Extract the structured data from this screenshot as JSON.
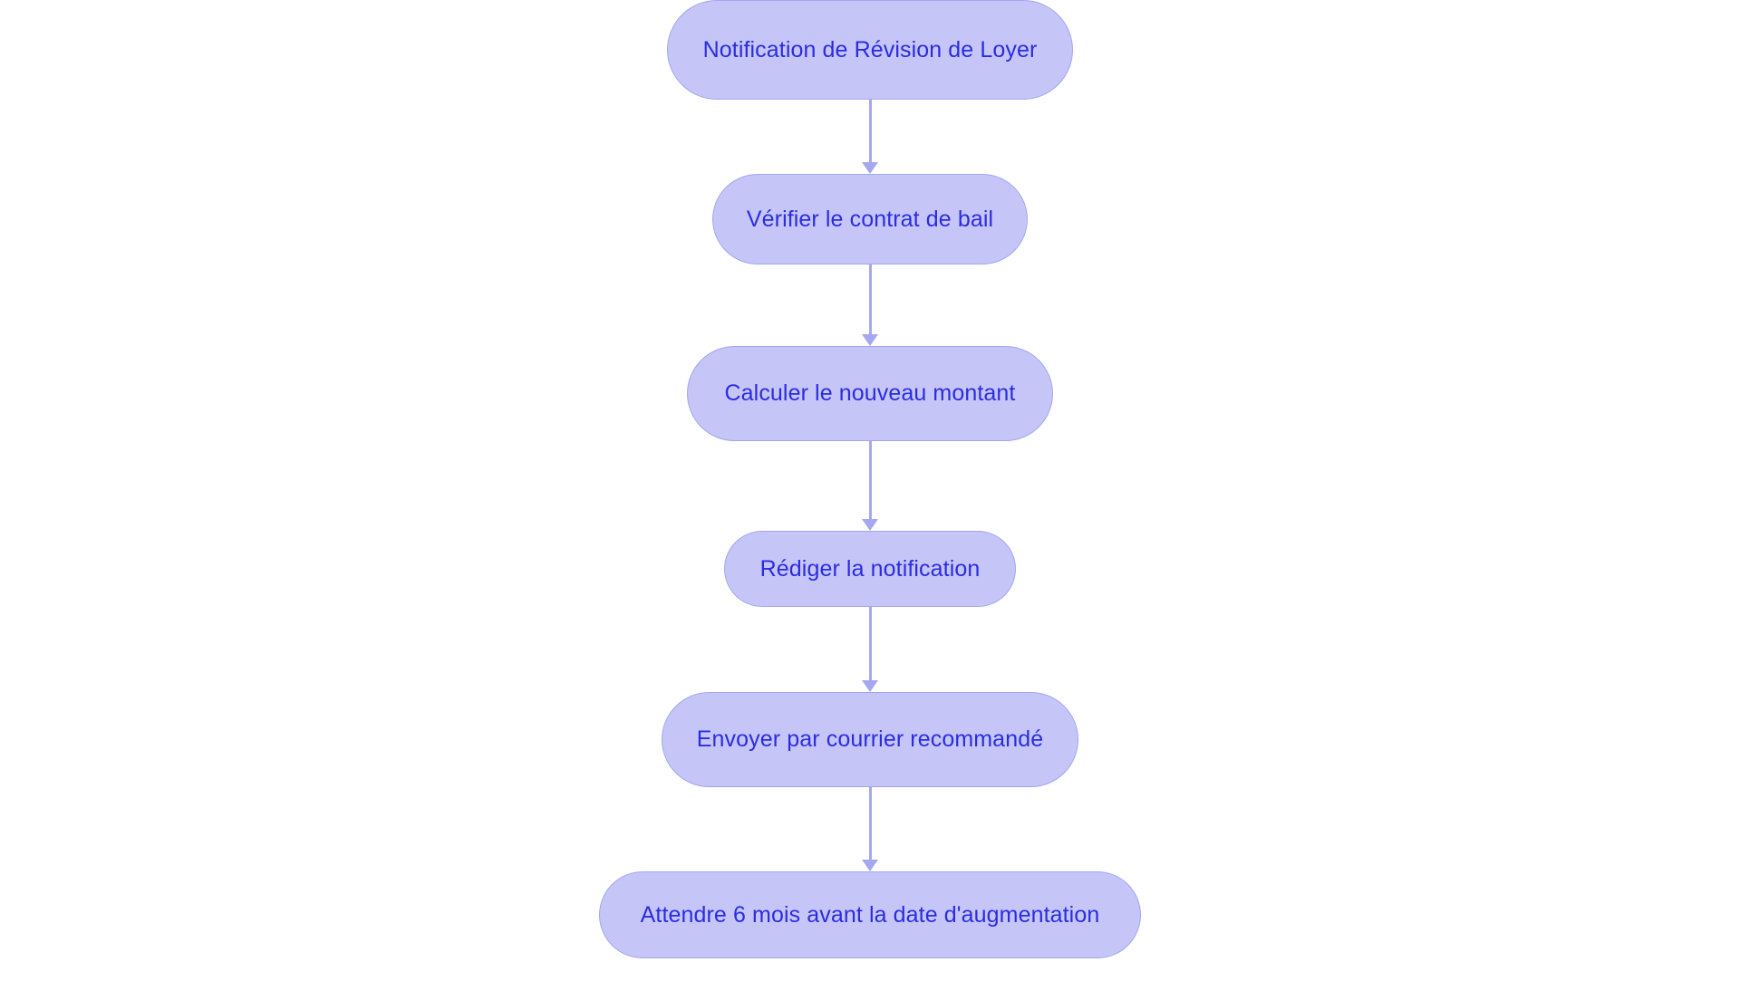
{
  "diagram": {
    "type": "flowchart",
    "orientation": "top-to-bottom",
    "background_color": "#ffffff",
    "node_fill_color": "#c5c6f7",
    "node_border_color": "#a3a6f0",
    "node_text_color": "#2b2ce0",
    "connector_color": "#a5a8f0",
    "node_shape": "stadium",
    "nodes": [
      {
        "id": "n1",
        "label": "Notification de Révision de Loyer"
      },
      {
        "id": "n2",
        "label": "Vérifier le contrat de bail"
      },
      {
        "id": "n3",
        "label": "Calculer le nouveau montant"
      },
      {
        "id": "n4",
        "label": "Rédiger la notification"
      },
      {
        "id": "n5",
        "label": "Envoyer par courrier recommandé"
      },
      {
        "id": "n6",
        "label": "Attendre 6 mois avant la date d'augmentation"
      }
    ],
    "edges": [
      {
        "id": "e1",
        "from": "n1",
        "to": "n2",
        "label": "",
        "arrow": "down-arrow-icon"
      },
      {
        "id": "e2",
        "from": "n2",
        "to": "n3",
        "label": "",
        "arrow": "down-arrow-icon"
      },
      {
        "id": "e3",
        "from": "n3",
        "to": "n4",
        "label": "",
        "arrow": "down-arrow-icon"
      },
      {
        "id": "e4",
        "from": "n4",
        "to": "n5",
        "label": "",
        "arrow": "down-arrow-icon"
      },
      {
        "id": "e5",
        "from": "n5",
        "to": "n6",
        "label": "",
        "arrow": "down-arrow-icon"
      }
    ]
  }
}
